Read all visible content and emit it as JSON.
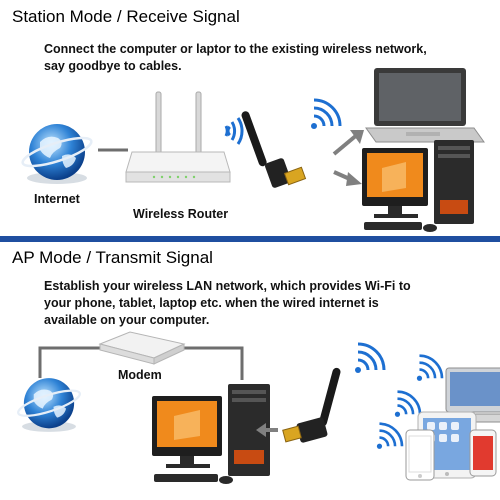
{
  "station": {
    "title": "Station Mode / Receive Signal",
    "description_line1": "Connect the computer or laptor to the existing wireless network,",
    "description_line2": "say goodbye to cables.",
    "labels": {
      "internet": "Internet",
      "router": "Wireless Router"
    }
  },
  "ap": {
    "title": "AP Mode / Transmit Signal",
    "description_line1": "Establish your wireless LAN network, which provides Wi-Fi to",
    "description_line2": "your phone, tablet, laptop etc. when the wired internet is",
    "description_line3": "available on your computer.",
    "labels": {
      "modem": "Modem"
    }
  },
  "colors": {
    "divider": "#1f4fa0",
    "wifi": "#1d6fd1",
    "arrow": "#808080",
    "line": "#6e6e6e",
    "pc_orange": "#f08a1c"
  }
}
